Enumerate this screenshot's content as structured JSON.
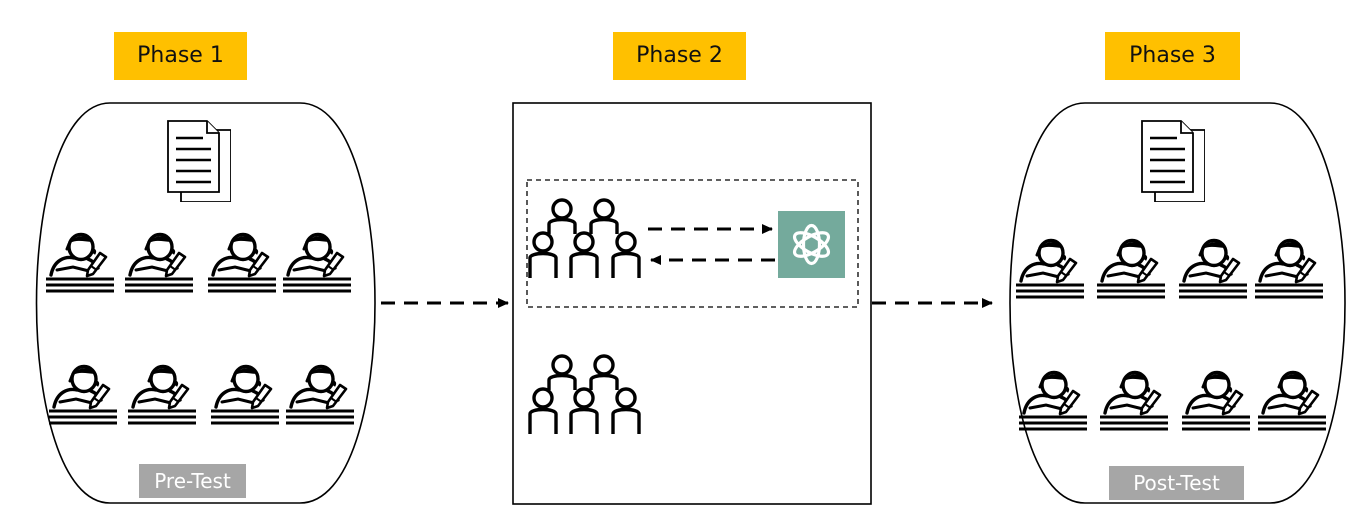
{
  "phases": [
    {
      "label": "Phase 1"
    },
    {
      "label": "Phase 2"
    },
    {
      "label": "Phase 3"
    }
  ],
  "tests": {
    "pre": "Pre-Test",
    "post": "Post-Test"
  },
  "colors": {
    "phase_label_bg": "#ffc000",
    "test_label_bg": "#a6a6a6",
    "ai_logo_bg": "#74aa9c",
    "stroke": "#000000"
  },
  "icons": {
    "document": "document-stack-icon",
    "student": "student-writing-icon",
    "group": "student-group-icon",
    "ai": "chatgpt-logo-icon"
  }
}
